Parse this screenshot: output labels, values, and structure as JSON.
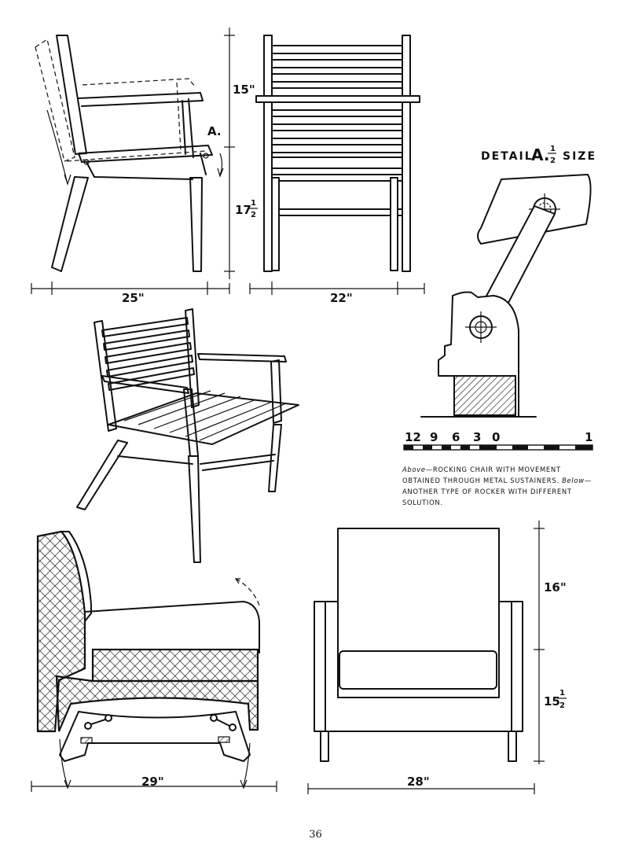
{
  "dimensions": {
    "side_height_top": "15\"",
    "side_height_bottom_whole": "17",
    "side_height_bottom_num": "1",
    "side_height_bottom_den": "2",
    "side_width": "25\"",
    "front_width": "22\"",
    "rocker_side_width": "29\"",
    "rocker_front_width": "28\"",
    "rocker_height_top": "16\"",
    "rocker_height_bottom_whole": "15",
    "rocker_height_bottom_num": "1",
    "rocker_height_bottom_den": "2"
  },
  "labels": {
    "detail_marker": "A.",
    "detail_title": "DETAIL",
    "detail_letter": "A.",
    "detail_scale_num": "1",
    "detail_scale_den": "2",
    "detail_size": "SIZE"
  },
  "scale_bar": {
    "marks": [
      "12",
      "9",
      "6",
      "3",
      "0",
      "1"
    ]
  },
  "caption": {
    "above_label": "Above",
    "above_text": "—ROCKING CHAIR WITH MOVEMENT OBTAINED THROUGH METAL SUSTAINERS.",
    "below_label": "Below",
    "below_text": "—ANOTHER TYPE OF ROCKER WITH DIFFERENT SOLUTION."
  },
  "page_number": "36",
  "colors": {
    "ink": "#111111",
    "paper": "#ffffff"
  }
}
